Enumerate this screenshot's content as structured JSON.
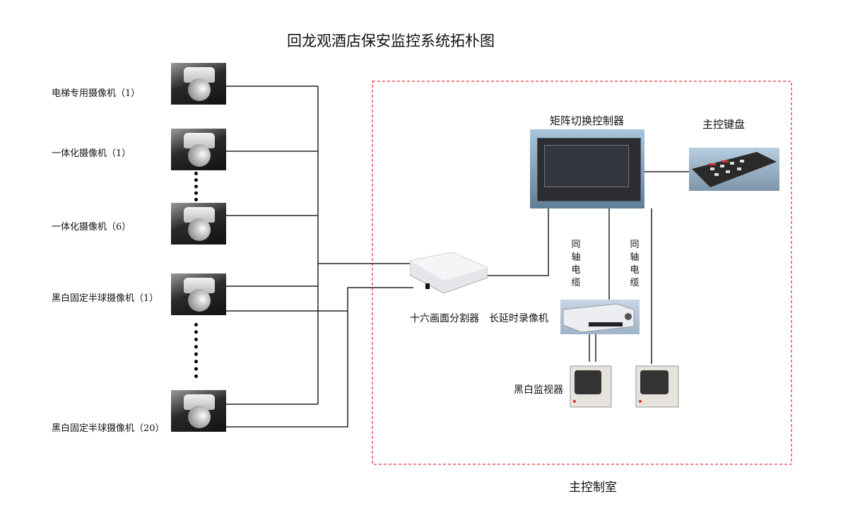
{
  "title": "回龙观酒店保安监控系统拓朴图",
  "cameras": [
    {
      "label": "电梯专用摄像机（1）"
    },
    {
      "label": "一体化摄像机（1）"
    },
    {
      "label": "一体化摄像机（6）"
    },
    {
      "label": "黑白固定半球摄像机（1）"
    },
    {
      "label": "黑白固定半球摄像机（20）"
    }
  ],
  "devices": {
    "matrix": "矩阵切换控制器",
    "keyboard": "主控键盘",
    "splitter": "十六画面分割器",
    "vcr": "长延时录像机",
    "monitor": "黑白监视器",
    "cable_1": "同轴电缆",
    "cable_2": "同轴电缆"
  },
  "room_label": "主控制室",
  "colors": {
    "room_border": "#e8333a",
    "wire": "#222222"
  }
}
